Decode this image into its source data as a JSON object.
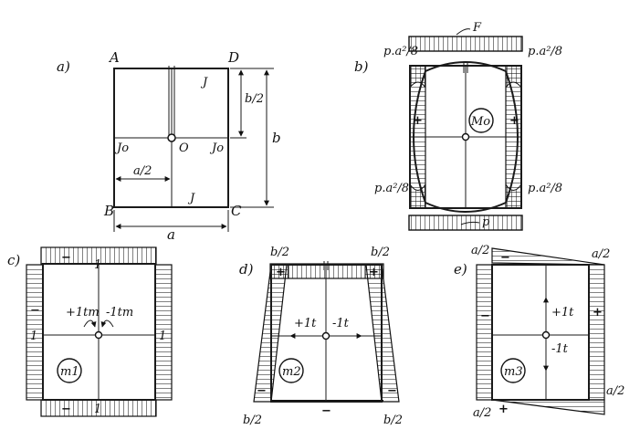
{
  "panel_a": {
    "tag": "a)",
    "corner_A": "A",
    "corner_B": "B",
    "corner_C": "C",
    "corner_D": "D",
    "J_top": "J",
    "J_bottom": "J",
    "Jo_left": "Jo",
    "Jo_right": "Jo",
    "center": "O",
    "dim_a_half": "a/2",
    "dim_a": "a",
    "dim_b_half": "b/2",
    "dim_b": "b"
  },
  "panel_b": {
    "tag": "b)",
    "load_top": "F",
    "load_bottom": "p",
    "moment_label": "Mo",
    "pa2_tl": "p.a²/8",
    "pa2_tr": "p.a²/8",
    "pa2_bl": "p.a²/8",
    "pa2_br": "p.a²/8",
    "sign_left": "+",
    "sign_right": "+"
  },
  "panel_c": {
    "tag": "c)",
    "moment_left": "+1tm",
    "moment_right": "-1tm",
    "val_top": "1",
    "val_bottom": "1",
    "val_left": "1",
    "val_right": "1",
    "label": "m1",
    "sign_top": "−",
    "sign_left": "−",
    "sign_bottom": "−"
  },
  "panel_d": {
    "tag": "d)",
    "b2_tl": "b/2",
    "b2_tr": "b/2",
    "b2_bl": "b/2",
    "b2_br": "b/2",
    "force_left": "+1t",
    "force_right": "-1t",
    "label": "m2",
    "sign_tl": "+",
    "sign_tr": "+",
    "sign_bl": "−",
    "sign_br": "−",
    "sign_bottom": "−"
  },
  "panel_e": {
    "tag": "e)",
    "a2_tl": "a/2",
    "a2_tr": "a/2",
    "a2_bl": "a/2",
    "a2_br": "a/2",
    "force_up": "+1t",
    "force_down": "-1t",
    "label": "m3",
    "sign_top": "−",
    "sign_left": "−",
    "sign_right": "+",
    "sign_bottom": "+"
  }
}
